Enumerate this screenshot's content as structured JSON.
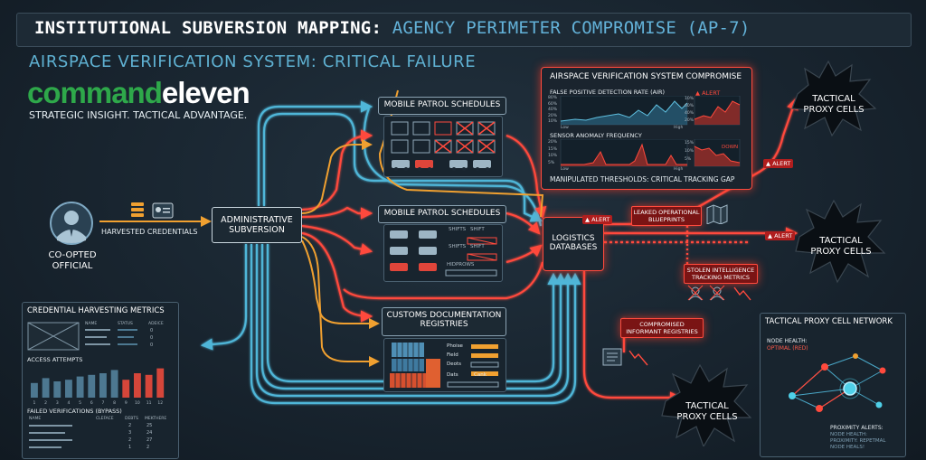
{
  "header": {
    "title_main": "INSTITUTIONAL SUBVERSION MAPPING:",
    "title_sub": "AGENCY PERIMETER COMPROMISE (AP-7)",
    "subtitle": "AIRSPACE VERIFICATION SYSTEM: CRITICAL FAILURE"
  },
  "brand": {
    "logo_part1": "command",
    "logo_part2": "eleven",
    "tagline": "STRATEGIC INSIGHT. TACTICAL ADVANTAGE.",
    "green": "#2ea84a"
  },
  "official": {
    "label_line1": "CO-OPTED",
    "label_line2": "OFFICIAL",
    "flow_label": "HARVESTED CREDENTIALS"
  },
  "admin": {
    "line1": "ADMINISTRATIVE",
    "line2": "SUBVERSION"
  },
  "patrol_top": {
    "title": "MOBILE PATROL SCHEDULES"
  },
  "patrol_mid": {
    "title": "MOBILE PATROL SCHEDULES",
    "shifts_a": "SHIFTS",
    "shift_a": "SHIFT",
    "shifts_b": "SHIFTS",
    "shift_b": "SHIFT",
    "hidden": "HIDPROWS"
  },
  "customs": {
    "line1": "CUSTOMS DOCUMENTATION",
    "line2": "REGISTRIES",
    "fields": [
      "Phoise",
      "Field",
      "Deots",
      "Dats"
    ],
    "fields_right": [
      "Cank"
    ]
  },
  "airspace": {
    "title": "AIRSPACE VERIFICATION SYSTEM COMPROMISE",
    "chart1_label": "FALSE POSITIVE DETECTION RATE (AIR)",
    "chart1_alert": "ALERT",
    "chart2_label": "SENSOR ANOMALY FREQUENCY",
    "chart2_alert": "DOWN",
    "y_ticks_1": [
      "80%",
      "60%",
      "40%",
      "20%",
      "10%"
    ],
    "y_ticks_1b": [
      "10%",
      "60%",
      "40%",
      "20%"
    ],
    "y_ticks_2": [
      "20%",
      "15%",
      "10%",
      "5%"
    ],
    "y_ticks_2b": [
      "15%",
      "10%",
      "5%"
    ],
    "x_lo": "Low",
    "x_hi": "High",
    "footer": "MANIPULATED THRESHOLDS: CRITICAL TRACKING GAP"
  },
  "logistics": {
    "line1": "LOGISTICS",
    "line2": "DATABASES",
    "alert": "ALERT"
  },
  "leaked": {
    "line1": "LEAKED OPERATIONAL",
    "line2": "BLUEPRINTS"
  },
  "stolen": {
    "line1": "STOLEN INTELLIGENCE",
    "line2": "TRACKING METRICS"
  },
  "informant": {
    "line1": "COMPROMISED",
    "line2": "INFORMANT REGISTRIES"
  },
  "proxy": {
    "top": {
      "line1": "TACTICAL",
      "line2": "PROXY CELLS"
    },
    "mid": {
      "line1": "TACTICAL",
      "line2": "PROXY CELLS"
    },
    "bottom": {
      "line1": "TACTICAL",
      "line2": "PROXY CELLS"
    },
    "alert1": "ALERT",
    "alert2": "ALERT"
  },
  "credential_panel": {
    "title": "CREDENTIAL HARVESTING METRICS",
    "table_headers": [
      "NAME",
      "STATUS",
      "ADEICE"
    ],
    "table_values": [
      "0",
      "0",
      "0"
    ],
    "access_title": "ACCESS ATTEMPTS",
    "failed_title": "FAILED VERIFICATIONS (BYPASS)",
    "failed_headers": [
      "NAME",
      "CLEFACE",
      "DEBTS",
      "MEKTHERE"
    ],
    "failed_col1": [
      "2",
      "3",
      "2",
      "1"
    ],
    "failed_col2": [
      "25",
      "24",
      "27",
      "2"
    ],
    "bar_colors": {
      "normal": "#4d7891",
      "failed": "#d5463a"
    }
  },
  "access_chart": {
    "x_ticks": [
      "1",
      "2",
      "3",
      "4",
      "5",
      "6",
      "7",
      "8",
      "9",
      "10",
      "11",
      "12"
    ],
    "values": [
      18,
      24,
      20,
      22,
      26,
      28,
      30,
      34,
      22,
      30,
      28,
      36
    ],
    "failed_from_index": 8
  },
  "network": {
    "title": "TACTICAL PROXY CELL NETWORK",
    "health_label": "NODE HEALTH:",
    "health_value": "OPTIMAL (RED)",
    "alerts_title": "PROXIMITY ALERTS:",
    "alerts_lines": [
      "NODE HEALTH:",
      "PROXIMITY: REPETMAL",
      "NODE HEALS!"
    ]
  }
}
